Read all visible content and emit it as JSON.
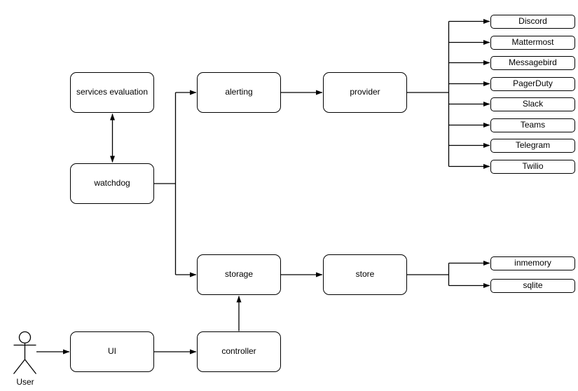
{
  "nodes": {
    "services_evaluation": "services evaluation",
    "watchdog": "watchdog",
    "alerting": "alerting",
    "provider": "provider",
    "storage": "storage",
    "store": "store",
    "ui": "UI",
    "controller": "controller"
  },
  "providers": [
    "Discord",
    "Mattermost",
    "Messagebird",
    "PagerDuty",
    "Slack",
    "Teams",
    "Telegram",
    "Twilio"
  ],
  "stores": [
    "inmemory",
    "sqlite"
  ],
  "actor": {
    "label": "User"
  },
  "colors": {
    "stroke": "#000000",
    "node_fill": "#ffffff",
    "background": "#ffffff"
  },
  "edges": [
    {
      "from": "services evaluation",
      "to": "watchdog",
      "direction": "both"
    },
    {
      "from": "watchdog",
      "to": "alerting",
      "direction": "forward"
    },
    {
      "from": "watchdog",
      "to": "storage",
      "direction": "forward"
    },
    {
      "from": "alerting",
      "to": "provider",
      "direction": "forward"
    },
    {
      "from": "provider",
      "to": "Discord",
      "direction": "forward"
    },
    {
      "from": "provider",
      "to": "Mattermost",
      "direction": "forward"
    },
    {
      "from": "provider",
      "to": "Messagebird",
      "direction": "forward"
    },
    {
      "from": "provider",
      "to": "PagerDuty",
      "direction": "forward"
    },
    {
      "from": "provider",
      "to": "Slack",
      "direction": "forward"
    },
    {
      "from": "provider",
      "to": "Teams",
      "direction": "forward"
    },
    {
      "from": "provider",
      "to": "Telegram",
      "direction": "forward"
    },
    {
      "from": "provider",
      "to": "Twilio",
      "direction": "forward"
    },
    {
      "from": "storage",
      "to": "store",
      "direction": "forward"
    },
    {
      "from": "store",
      "to": "inmemory",
      "direction": "forward"
    },
    {
      "from": "store",
      "to": "sqlite",
      "direction": "forward"
    },
    {
      "from": "controller",
      "to": "storage",
      "direction": "forward"
    },
    {
      "from": "UI",
      "to": "controller",
      "direction": "forward"
    },
    {
      "from": "User",
      "to": "UI",
      "direction": "forward"
    }
  ]
}
